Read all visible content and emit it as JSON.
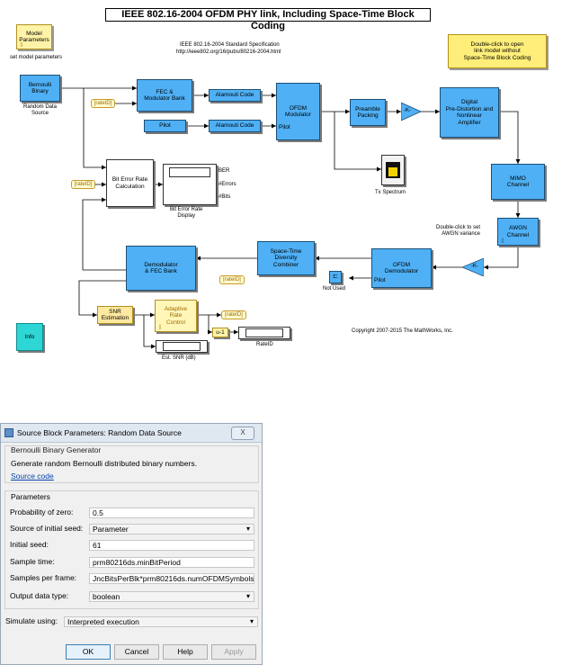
{
  "model": {
    "title": "IEEE 802.16-2004 OFDM PHY link, Including Space-Time Block Coding",
    "spec_line1": "IEEE 802.16-2004 Standard Specification",
    "spec_line2": "http://ieee802.org/16/pubs/80216-2004.html",
    "model_params_line1": "Model",
    "model_params_line2": "Parameters",
    "set_params_label": "set model parameters",
    "open_no_stbc_line1": "Double-click to open",
    "open_no_stbc_line2": "link model without",
    "open_no_stbc_line3": "Space-Time Block Coding",
    "bernoulli_line1": "Bernoulli",
    "bernoulli_line2": "Binary",
    "random_source_line1": "Random Data",
    "random_source_line2": "Source",
    "fec_line1": "FEC &",
    "fec_line2": "Modulator Bank",
    "alamouti1": "Alamouti Code",
    "alamouti2": "Alamouti Code",
    "pilot": "Pilot",
    "ofdm_mod_line1": "OFDM",
    "ofdm_mod_line2": "Modulator",
    "ofdm_mod_pilot": "Pilot",
    "preamble_line1": "Preamble",
    "preamble_line2": "Packing",
    "gain1": "-K-",
    "predist_line1": "Digital",
    "predist_line2": "Pre-Distortion and",
    "predist_line3": "Nonlinear",
    "predist_line4": "Amplifier",
    "tx_spectrum": "Tx Spectrum",
    "rateid_tag": "[rateID]",
    "ber_calc_line1": "Bit Error Rate",
    "ber_calc_line2": "Calculation",
    "ber_display_ber": "BER",
    "ber_display_errors": "#Errors",
    "ber_display_bits": "#Bits",
    "ber_display_line1": "Bit Error Rate",
    "ber_display_line2": "Display",
    "mimo_line1": "MIMO",
    "mimo_line2": "Channel",
    "awgn_hint_line1": "Double-click to set",
    "awgn_hint_line2": "AWGN variance",
    "awgn_line1": "AWGN",
    "awgn_line2": "Channel",
    "gain2": "-K-",
    "ofdm_demod_line1": "OFDM",
    "ofdm_demod_line2": "Demodulator",
    "ofdm_demod_pilot": "Pilot",
    "stdc_line1": "Space-Time",
    "stdc_line2": "Diversity",
    "stdc_line3": "Combiner",
    "not_used": "Not Used",
    "demod_line1": "Demodulator",
    "demod_line2": "& FEC Bank",
    "snr_line1": "SNR",
    "snr_line2": "Estimation",
    "arc_line1": "Adaptive",
    "arc_line2": "Rate",
    "arc_line3": "Control",
    "delay": "u-1",
    "rateid_label": "RateID",
    "est_snr": "Est. SNR (dB)",
    "info": "Info",
    "copyright": "Copyright 2007-2015 The MathWorks, Inc."
  },
  "dialog": {
    "title": "Source Block Parameters: Random Data Source",
    "close": "X",
    "block_type": "Bernoulli Binary Generator",
    "description": "Generate random Bernoulli distributed binary numbers.",
    "source_code_link": "Source code",
    "parameters_header": "Parameters",
    "prob_zero_label": "Probability of zero:",
    "prob_zero_value": "0.5",
    "seed_source_label": "Source of initial seed:",
    "seed_source_value": "Parameter",
    "initial_seed_label": "Initial seed:",
    "initial_seed_value": "61",
    "sample_time_label": "Sample time:",
    "sample_time_value": "prm80216ds.minBitPeriod",
    "samples_per_frame_label": "Samples per frame:",
    "samples_per_frame_value": "JncBitsPerBlk*prm80216ds.numOFDMSymbols",
    "output_type_label": "Output data type:",
    "output_type_value": "boolean",
    "simulate_label": "Simulate using:",
    "simulate_value": "Interpreted execution",
    "ok": "OK",
    "cancel": "Cancel",
    "help": "Help",
    "apply": "Apply"
  },
  "colors": {
    "block_blue": "#4fb0f5",
    "info_cyan": "#2fd6d6",
    "note_yellow": "#fff3a8",
    "link_blue": "#0645ad"
  }
}
